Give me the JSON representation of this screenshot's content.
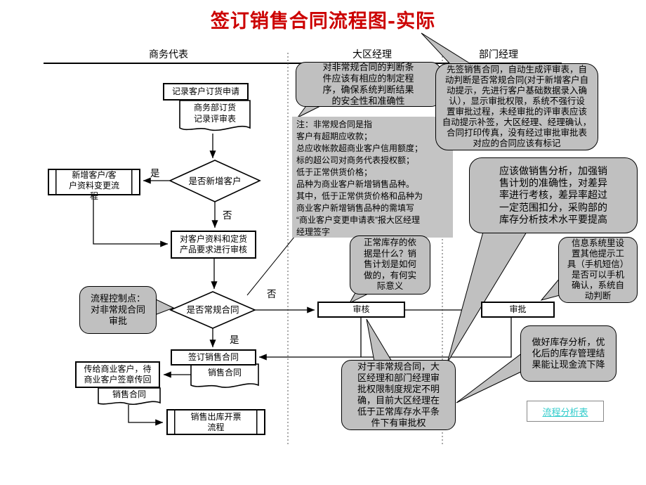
{
  "title": "签订销售合同流程图-实际",
  "lanes": {
    "business_rep": "商务代表",
    "regional_manager": "大区经理",
    "dept_manager": "部门经理"
  },
  "nodes": {
    "record_order": "记录客户订货申请",
    "order_review_doc": "商务部订货\n记录评审表",
    "is_new_customer": "是否新增客户",
    "new_customer_process": "新增客户/客\n户资料变更流\n程",
    "review_customer_info": "对客户资料和定货\n产品要求进行审核",
    "is_regular_contract": "是否常规合同",
    "review": "审核",
    "approve": "审批",
    "sign_contract": "签订销售合同",
    "sales_contract_doc1": "销售合同",
    "send_to_customer": "传给商业客户，待\n商业客户签章传回",
    "sales_contract_doc2": "销售合同",
    "outbound_invoice_process": "销售出库开票\n流程"
  },
  "edge_labels": {
    "yes1": "是",
    "no1": "否",
    "no2": "否",
    "yes2": "是"
  },
  "callouts": {
    "judge_condition": "对非常规合同的判断条\n件应该有相应的制定程\n序，确保系统判断结果\n的安全性和准确性",
    "note": "注：非常规合同是指\n客户有超期应收款；\n总应收帐款超商业客户信用额度；\n标的超公司对商务代表授权额；\n低于正常供货价格；\n品种为商业客户新增销售品种。\n其中，低于正常供货价格和品种为\n商业客户新增销售品种的需填写\n“商业客户变更申请表”报大区经理\n经理签字",
    "normal_stock": "正常库存的依\n据是什么？销\n售计划是如何\n做的，有何实\n际意义",
    "control_point": "流程控制点：\n对非常规合同\n审批",
    "sign_first": "先签销售合同，自动生成评审表，自\n动判断是否常规合同(对于新增客户自\n动提示，先进行客户基础数据录入确\n认），显示审批权限，系统不强行设\n置审批过程，未经审批的评审表应该\n自动提示补签，大区经理、经理确认，\n合同打印传真，没有经过审批审批表\n对应的合同应该有标记",
    "sales_analysis": "应该做销售分析，加强销\n售计划的准确性，对差异\n率进行考核，差异率超过\n一定范围扣分，采购部的\n库存分析技术水平要提高",
    "info_system": "信息系统里设\n置其他提示工\n具（手机短信）\n是否可以手机\n确认，系统自\n动判断",
    "inventory_analysis": "做好库存分析，优\n化后的库存管理结\n果能让现金流下降",
    "approval_authority": "对于非常规合同，大\n区经理和部门经理审\n批权限制度规定不明\n确，目前大区经理在\n低于正常库存水平条\n件下有审批权"
  },
  "link": {
    "label": "流程分析表"
  },
  "colors": {
    "title_red": "#cc0000",
    "callout_fill": "#c0c0c0",
    "link_teal": "#33cccc",
    "line_black": "#000000",
    "box_fill": "#ffffff"
  }
}
